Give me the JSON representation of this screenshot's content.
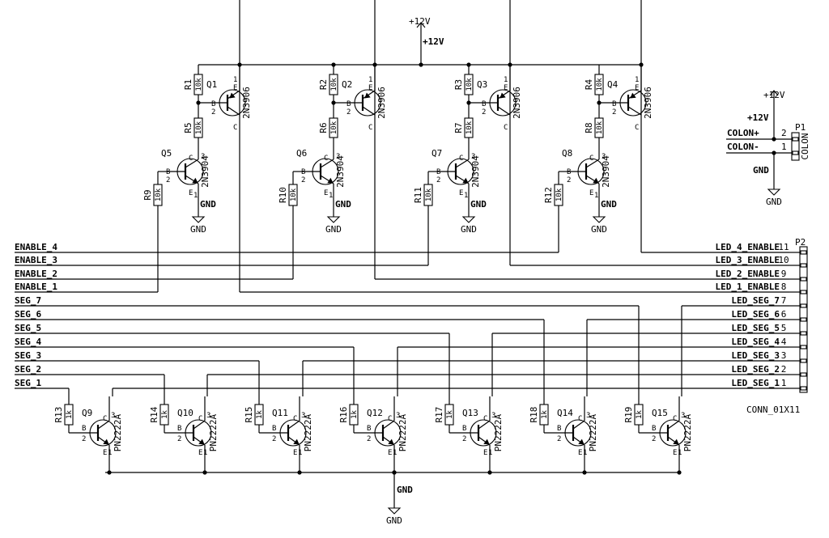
{
  "power": {
    "vcc": "+12V",
    "gnd": "GND"
  },
  "pnp_value": "2N3906",
  "npn_value": "2N3904",
  "seg_tr_value": "PN2222A",
  "r10k": "10k",
  "r1k": "1k",
  "pin_labels": {
    "b": "B",
    "c": "C",
    "e": "E"
  },
  "pin_numbers": {
    "one": "1",
    "two": "2",
    "three": "3"
  },
  "digits": [
    {
      "pnp": "Q1",
      "npn": "Q5",
      "r_top": "R1",
      "r_mid": "R5",
      "r_base": "R9"
    },
    {
      "pnp": "Q2",
      "npn": "Q6",
      "r_top": "R2",
      "r_mid": "R6",
      "r_base": "R10"
    },
    {
      "pnp": "Q3",
      "npn": "Q7",
      "r_top": "R3",
      "r_mid": "R7",
      "r_base": "R11"
    },
    {
      "pnp": "Q4",
      "npn": "Q8",
      "r_top": "R4",
      "r_mid": "R8",
      "r_base": "R12"
    }
  ],
  "segment_drivers": [
    {
      "q": "Q9",
      "r": "R13"
    },
    {
      "q": "Q10",
      "r": "R14"
    },
    {
      "q": "Q11",
      "r": "R15"
    },
    {
      "q": "Q12",
      "r": "R16"
    },
    {
      "q": "Q13",
      "r": "R17"
    },
    {
      "q": "Q14",
      "r": "R18"
    },
    {
      "q": "Q15",
      "r": "R19"
    }
  ],
  "left_nets": [
    "ENABLE_4",
    "ENABLE_3",
    "ENABLE_2",
    "ENABLE_1",
    "SEG_7",
    "SEG_6",
    "SEG_5",
    "SEG_4",
    "SEG_3",
    "SEG_2",
    "SEG_1"
  ],
  "right_nets": [
    "LED_4_ENABLE",
    "LED_3_ENABLE",
    "LED_2_ENABLE",
    "LED_1_ENABLE",
    "LED_SEG_7",
    "LED_SEG_6",
    "LED_SEG_5",
    "LED_SEG_4",
    "LED_SEG_3",
    "LED_SEG_2",
    "LED_SEG_1"
  ],
  "p2": {
    "ref": "P2",
    "value": "CONN_01X11",
    "pins": [
      "11",
      "10",
      "9",
      "8",
      "7",
      "6",
      "5",
      "4",
      "3",
      "2",
      "1"
    ]
  },
  "p1": {
    "ref": "P1",
    "value": "COLON",
    "nets": [
      "COLON+",
      "COLON-"
    ],
    "pins": [
      "2",
      "1"
    ]
  }
}
